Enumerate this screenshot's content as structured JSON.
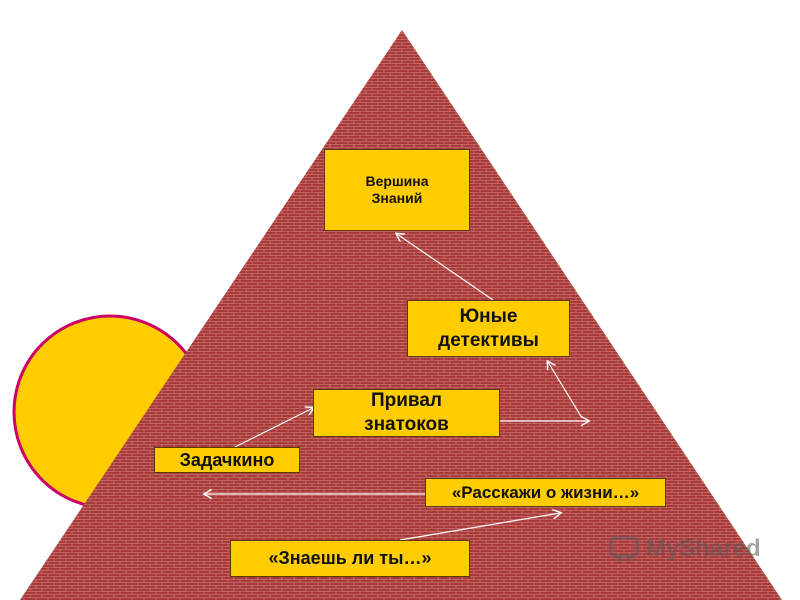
{
  "diagram": {
    "top_box": {
      "line1": "Вершина",
      "line2": "Знаний"
    },
    "detectives_box": {
      "line1": "Юные",
      "line2": "детективы"
    },
    "halt_box": {
      "line1": "Привал",
      "line2": "знатоков"
    },
    "tasks_box": {
      "label": "Задачкино"
    },
    "tell_box": {
      "label": "«Расскажи о жизни…»"
    },
    "know_box": {
      "label": "«Знаешь ли ты…»"
    }
  },
  "watermark": {
    "text": "MyShared",
    "icon": "myshared-logo-icon"
  },
  "colors": {
    "pyramid": "#a83a3a",
    "brick_line": "#d98a8a",
    "sun": "#ffcc00",
    "sun_border": "#cc0066",
    "box": "#ffcc00",
    "arrow": "#ffffff"
  }
}
